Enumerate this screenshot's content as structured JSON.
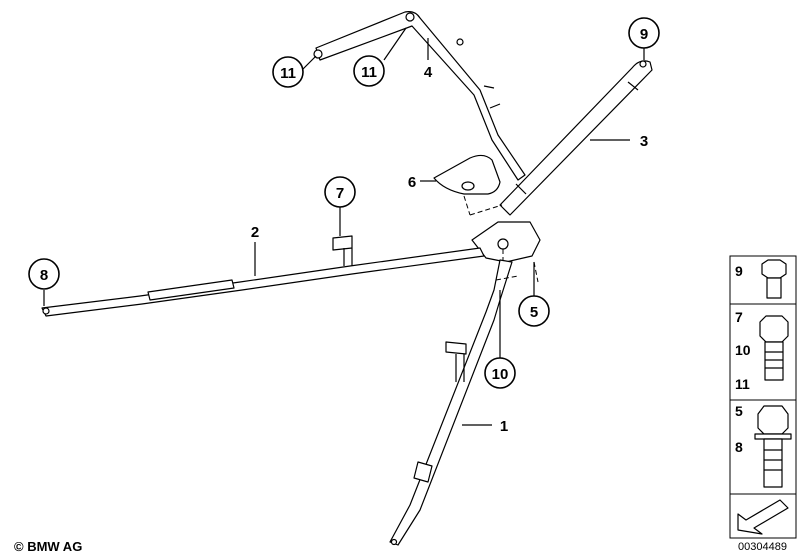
{
  "callouts": {
    "c1": "1",
    "c2": "2",
    "c3": "3",
    "c4": "4",
    "c5": "5",
    "c6": "6",
    "c7": "7",
    "c8": "8",
    "c9": "9",
    "c10": "10",
    "c11a": "11",
    "c11b": "11"
  },
  "legend": {
    "row1": [
      "9"
    ],
    "row2": [
      "7",
      "10",
      "11"
    ],
    "row3": [
      "5",
      "8"
    ]
  },
  "footer": {
    "copyright": "© BMW AG",
    "ref_number": "00304489"
  }
}
